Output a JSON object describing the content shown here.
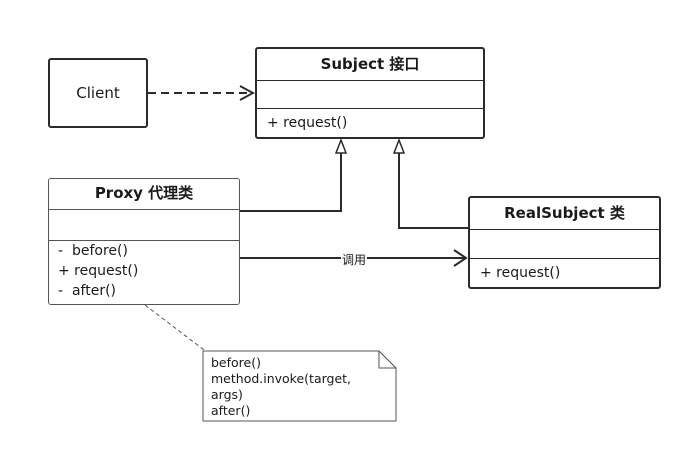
{
  "client": {
    "label": "Client"
  },
  "subject": {
    "title": "Subject 接口",
    "methods": [
      "+ request()"
    ]
  },
  "proxy": {
    "title": "Proxy 代理类",
    "methods": [
      "-  before()",
      "+ request()",
      "-  after()"
    ]
  },
  "real_subject": {
    "title": "RealSubject 类",
    "methods": [
      "+ request()"
    ]
  },
  "note": {
    "lines": [
      "before()",
      "method.invoke(target,",
      "args)",
      "after()"
    ]
  },
  "association_label": "调用",
  "colors": {
    "stroke": "#2b2b2b",
    "note_stroke": "#555555",
    "background": "#ffffff"
  }
}
